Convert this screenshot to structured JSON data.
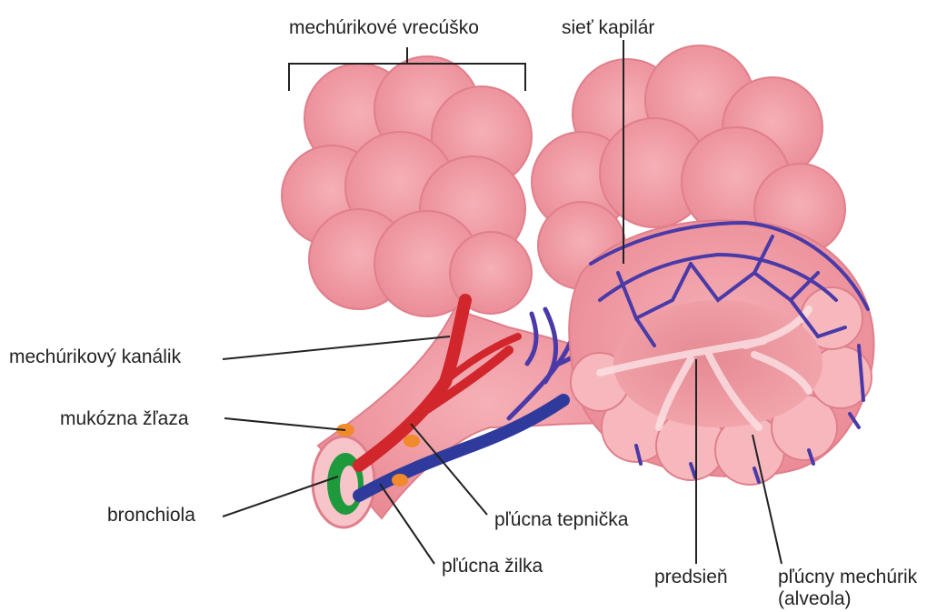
{
  "labels": {
    "alveolar_sac": "mechúrikové vrecúško",
    "capillary_network": "sieť kapilár",
    "alveolar_duct": "mechúrikový kanálik",
    "mucous_gland": "mukózna žľaza",
    "bronchiole": "bronchiola",
    "pulmonary_arteriole": "pľúcna tepnička",
    "pulmonary_venule": "pľúcna žilka",
    "atrium": "predsieň",
    "alveolus_line1": "pľúcny mechúrik",
    "alveolus_line2": "(alveola)"
  },
  "colors": {
    "tissue": "#f29aa3",
    "tissue_light": "#f7b8bd",
    "tissue_dark": "#d9707c",
    "artery": "#d0262c",
    "vein": "#2f3b9c",
    "capillary": "#4a3aa8",
    "gland": "#f08a2a",
    "muscle": "#1e9a3c",
    "leader": "#222222"
  }
}
